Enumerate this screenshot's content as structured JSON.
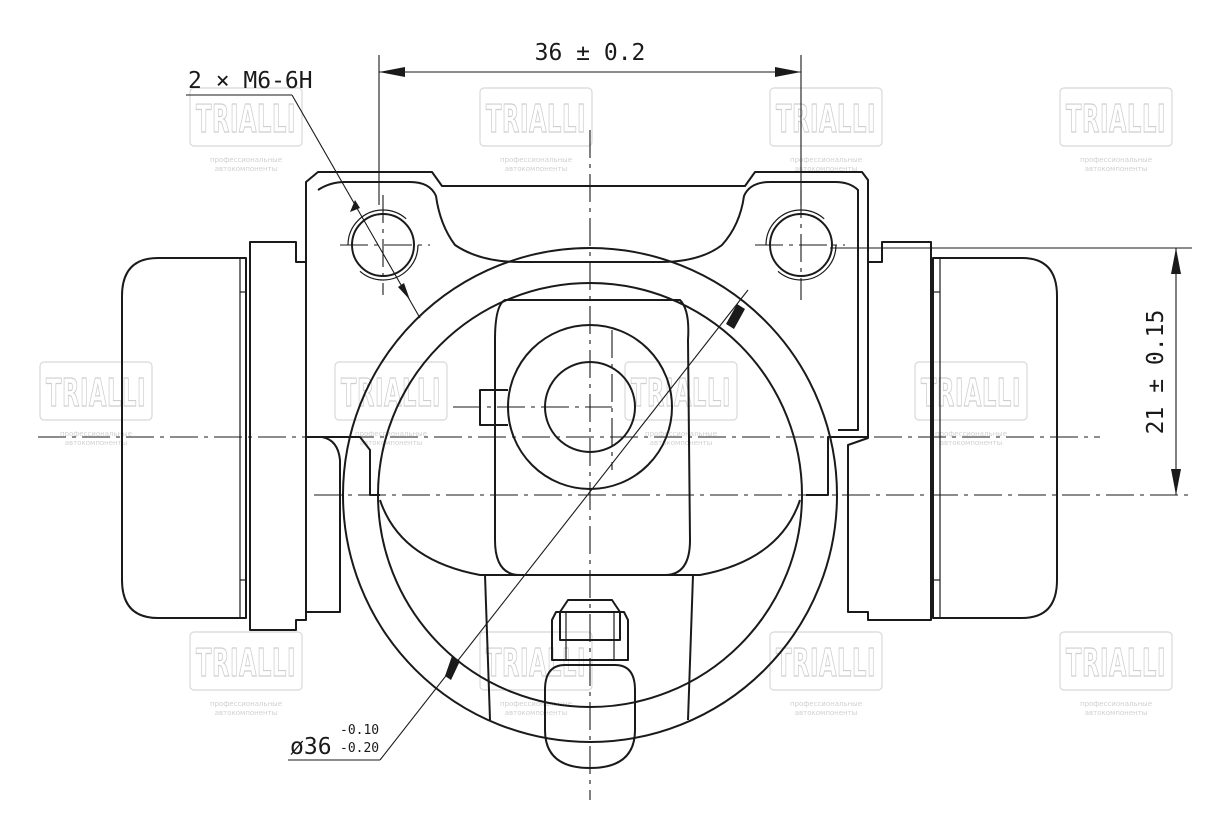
{
  "dimensions": {
    "hole_spacing": "36 ± 0.2",
    "thread": "2 × M6-6H",
    "height": "21 ± 0.15",
    "bore_main": "ø36",
    "bore_upper_tol": "-0.10",
    "bore_lower_tol": "-0.20"
  },
  "watermark": {
    "brand": "TRIALLI",
    "tagline_1": "профессиональные",
    "tagline_2": "автокомпоненты"
  }
}
